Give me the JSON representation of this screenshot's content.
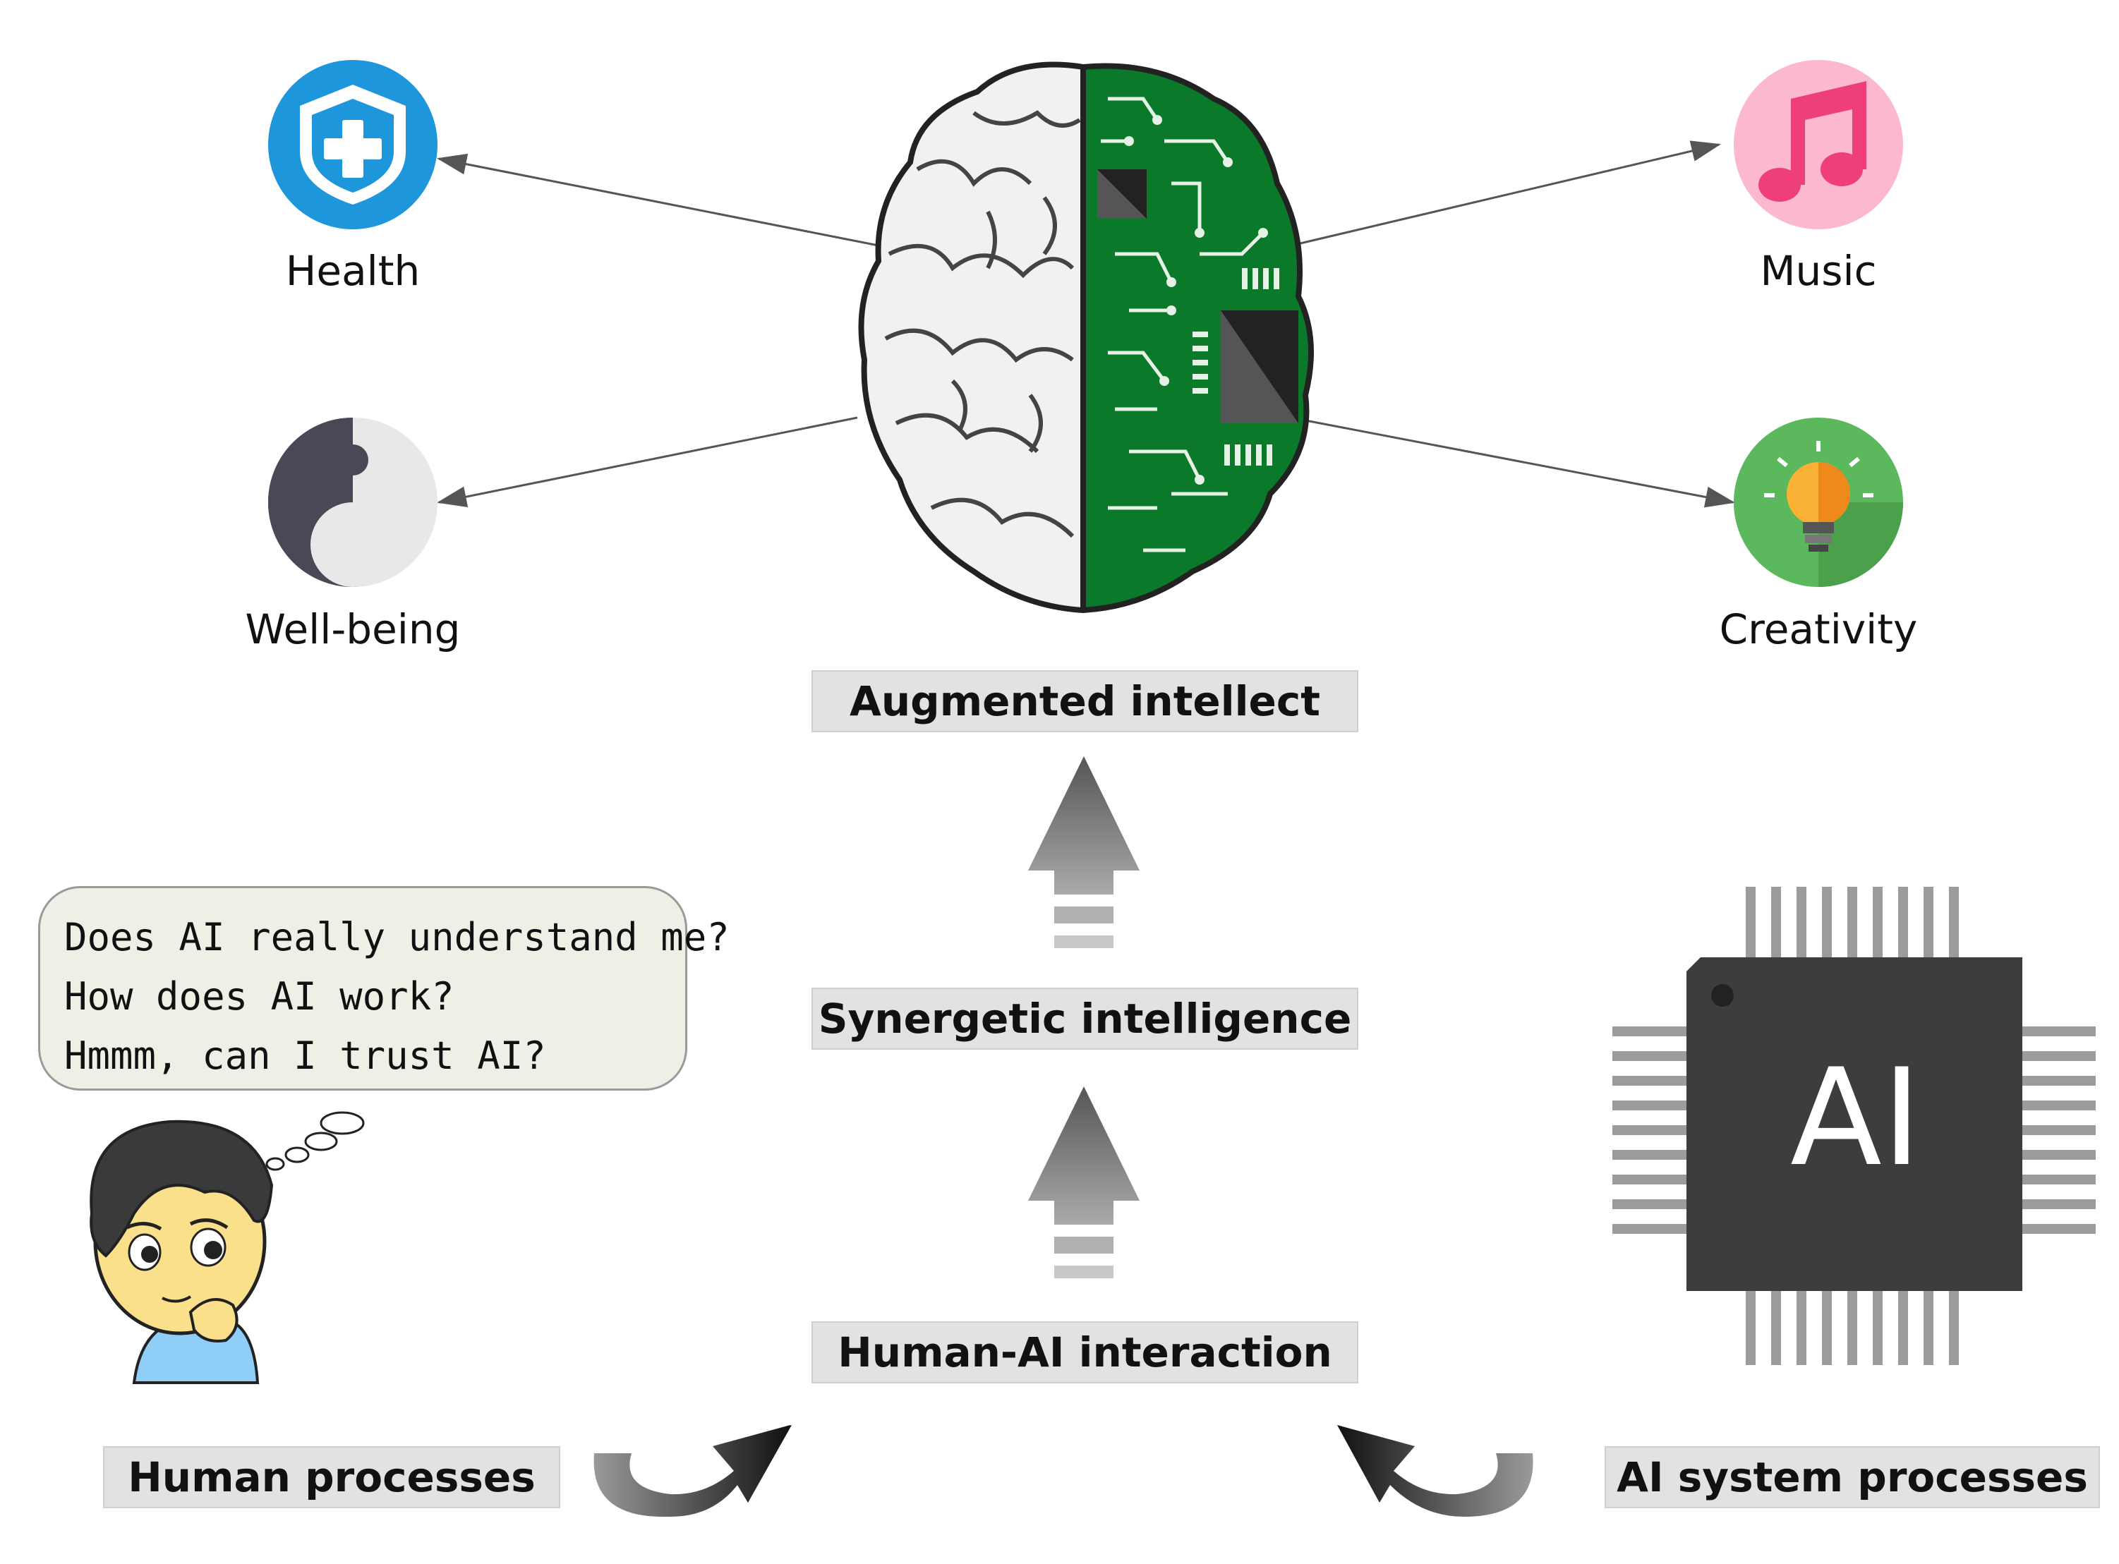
{
  "outcomes": {
    "health": "Health",
    "wellbeing": "Well-being",
    "music": "Music",
    "creativity": "Creativity"
  },
  "stages": {
    "augmented": "Augmented intellect",
    "synergetic": "Synergetic intelligence",
    "interaction": "Human-AI interaction"
  },
  "sources": {
    "human": "Human processes",
    "ai_system": "AI system processes"
  },
  "thought_bubble": {
    "line1": "Does AI really understand me?",
    "line2": "How does AI work?",
    "line3": "Hmmm, can I trust AI?"
  },
  "chip": {
    "label": "AI"
  },
  "icons": {
    "health": "shield-cross-icon",
    "wellbeing": "yin-yang-icon",
    "music": "music-note-icon",
    "creativity": "lightbulb-icon",
    "brain": "brain-circuit-icon",
    "chip": "cpu-chip-icon",
    "person": "thinking-person-icon"
  },
  "colors": {
    "health_blue": "#1e96dc",
    "music_pink": "#fbb8d0",
    "creativity_green": "#5cb85c",
    "yinyang_dark": "#4a4756",
    "circuit_green": "#0a7a2a",
    "chip_dark": "#3d3d3d",
    "box_grey": "#e2e2e2"
  }
}
